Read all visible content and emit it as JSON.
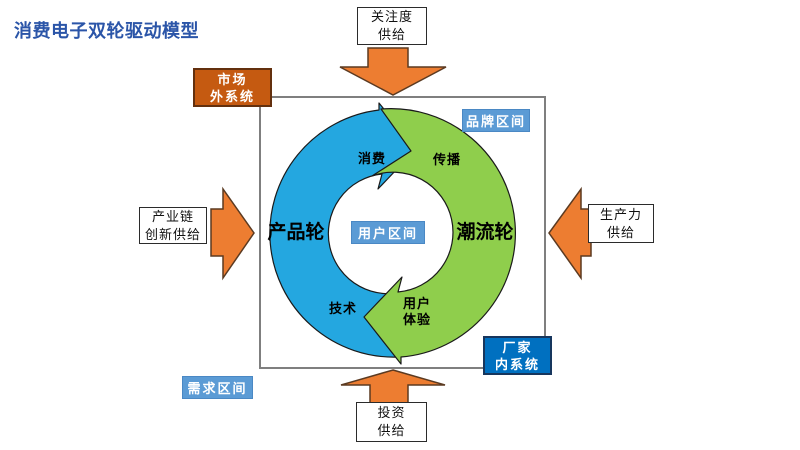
{
  "title": "消费电子双轮驱动模型",
  "supply_boxes": {
    "top": "关注度\n供给",
    "left": "产业链\n创新供给",
    "right": "生产力\n供给",
    "bottom": "投资\n供给"
  },
  "system_labels": {
    "market_outer": "市场\n外系统",
    "factory_inner": "厂家\n内系统"
  },
  "zone_labels": {
    "brand": "品牌区间",
    "demand": "需求区间",
    "user": "用户区间"
  },
  "wheels": {
    "product": {
      "label": "产品轮",
      "color": "#24A7E0"
    },
    "trend": {
      "label": "潮流轮",
      "color": "#8FCE4C"
    }
  },
  "cycle_labels": {
    "consume": "消费",
    "spread": "传播",
    "tech": "技术",
    "user_experience": "用户\n体验"
  },
  "colors": {
    "accent_orange": "#ED7D31",
    "arrow_outline": "#5b3a21",
    "market_box": "#C55A11",
    "factory_box": "#0070C0",
    "zone_blue": "#5B9BD5",
    "title_blue": "#2B55A8",
    "frame_gray": "#7F7F7F"
  }
}
